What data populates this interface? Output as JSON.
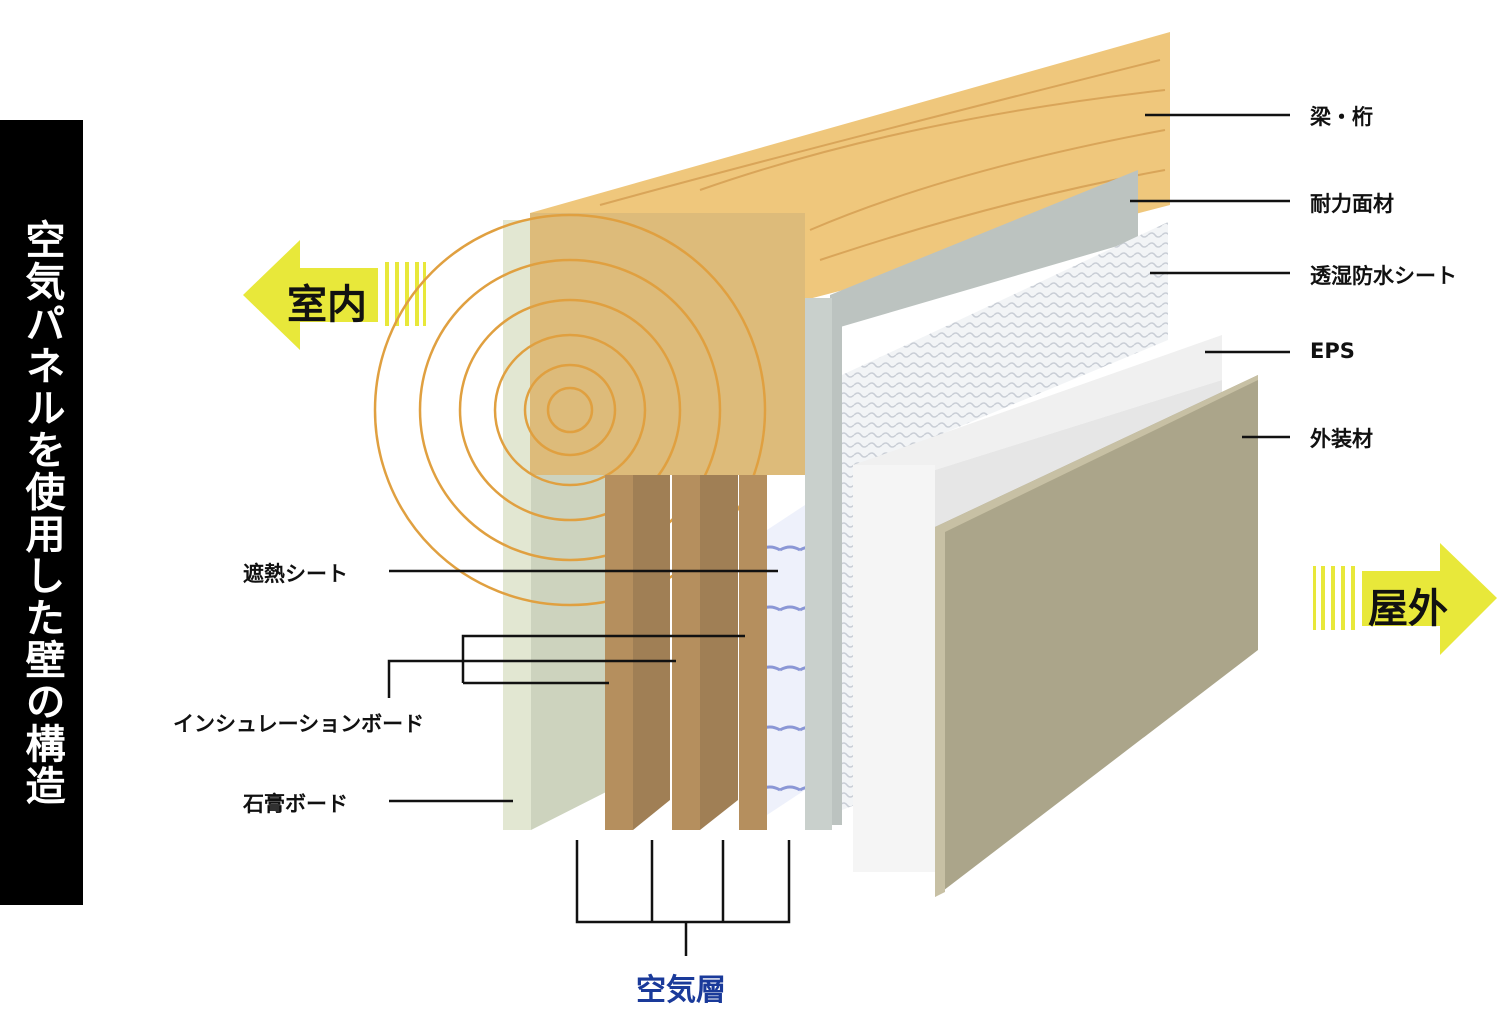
{
  "title": "空気パネルを使用した壁の構造",
  "arrows": {
    "indoor": "室内",
    "outdoor": "屋外"
  },
  "labels_right": [
    "梁・桁",
    "耐力面材",
    "透湿防水シート",
    "EPS",
    "外装材"
  ],
  "labels_left": [
    "遮熱シート",
    "インシュレーションボード",
    "石膏ボード"
  ],
  "air_layer": "空気層",
  "colors": {
    "arrow": "#e8e83a",
    "air_layer_text": "#1a3a9a",
    "beam": "#ddbb7a"
  }
}
